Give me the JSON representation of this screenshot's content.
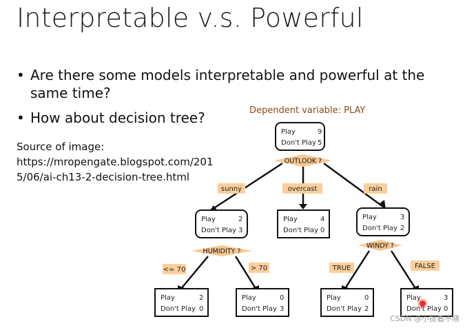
{
  "title": "Interpretable v.s. Powerful",
  "bullets": [
    {
      "symbol": "•",
      "line1": "Are there some models interpretable and powerful at the",
      "line2": "same time?"
    },
    {
      "symbol": "•",
      "line1": "How about decision tree?"
    }
  ],
  "source": {
    "line1": "Source of image:",
    "line2": "https://mropengate.blogspot.com/201",
    "line3": "5/06/ai-ch13-2-decision-tree.html"
  },
  "tree": {
    "dependent_label": "Dependent variable: PLAY",
    "root": {
      "play_label": "Play",
      "play": "9",
      "dont_label": "Don't Play",
      "dont": "5"
    },
    "outlook": "OUTLOOK ?",
    "edge_sunny": "sunny",
    "edge_overcast": "overcast",
    "edge_rain": "rain",
    "sunny_node": {
      "play_label": "Play",
      "play": "2",
      "dont_label": "Don't Play",
      "dont": "3"
    },
    "overcast_node": {
      "play_label": "Play",
      "play": "4",
      "dont_label": "Don't Play",
      "dont": "0"
    },
    "rain_node": {
      "play_label": "Play",
      "play": "3",
      "dont_label": "Don't Play",
      "dont": "2"
    },
    "humidity": "HUMIDITY ?",
    "windy": "WINDY ?",
    "edge_le70": "<= 70",
    "edge_gt70": "> 70",
    "edge_true": "TRUE",
    "edge_false": "FALSE",
    "leaf_le70": {
      "play_label": "Play",
      "play": "2",
      "dont_label": "Don't Play",
      "dont": "0"
    },
    "leaf_gt70": {
      "play_label": "Play",
      "play": "0",
      "dont_label": "Don't Play",
      "dont": "3"
    },
    "leaf_true": {
      "play_label": "Play",
      "play": "0",
      "dont_label": "Don't Play",
      "dont": "2"
    },
    "leaf_false": {
      "play_label": "Play",
      "play": "3",
      "dont_label": "Don't Play",
      "dont": "0"
    }
  },
  "watermark": "CSDN @小提着不晓",
  "colors": {
    "label_fill": "#fbcf9b",
    "diamond_fill": "#f8c891",
    "dependent_text": "#8a4a18"
  }
}
